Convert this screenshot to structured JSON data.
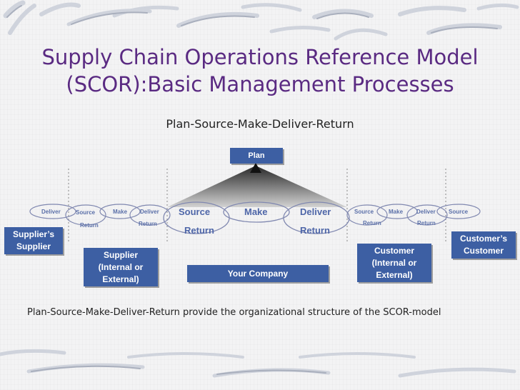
{
  "title": {
    "line1": "Supply Chain Operations Reference Model",
    "line2": "(SCOR):Basic Management Processes"
  },
  "subtitle": "Plan-Source-Make-Deliver-Return",
  "plan_box": "Plan",
  "company": {
    "box": "Your Company",
    "labels": {
      "source": "Source",
      "make": "Make",
      "deliver": "Deliver",
      "return_left": "Return",
      "return_right": "Return"
    }
  },
  "supplier_chain": {
    "labels": {
      "deliver_outer": "Deliver",
      "source": "Source",
      "make": "Make",
      "deliver": "Deliver",
      "return_left": "Return",
      "return_right": "Return"
    }
  },
  "customer_chain": {
    "labels": {
      "source": "Source",
      "make": "Make",
      "deliver": "Deliver",
      "source_outer": "Source",
      "return_left": "Return",
      "return_right": "Return"
    }
  },
  "entities": {
    "suppliers_supplier": "Supplier’s\nSupplier",
    "supplier": "Supplier\n(Internal or\nExternal)",
    "customer": "Customer\n(Internal or\nExternal)",
    "customers_customer": "Customer’s\nCustomer"
  },
  "caption": "Plan-Source-Make-Deliver-Return provide the organizational structure of the SCOR-model",
  "colors": {
    "title": "#5a2a82",
    "box": "#3d5fa3",
    "label": "#5a6fa8"
  }
}
